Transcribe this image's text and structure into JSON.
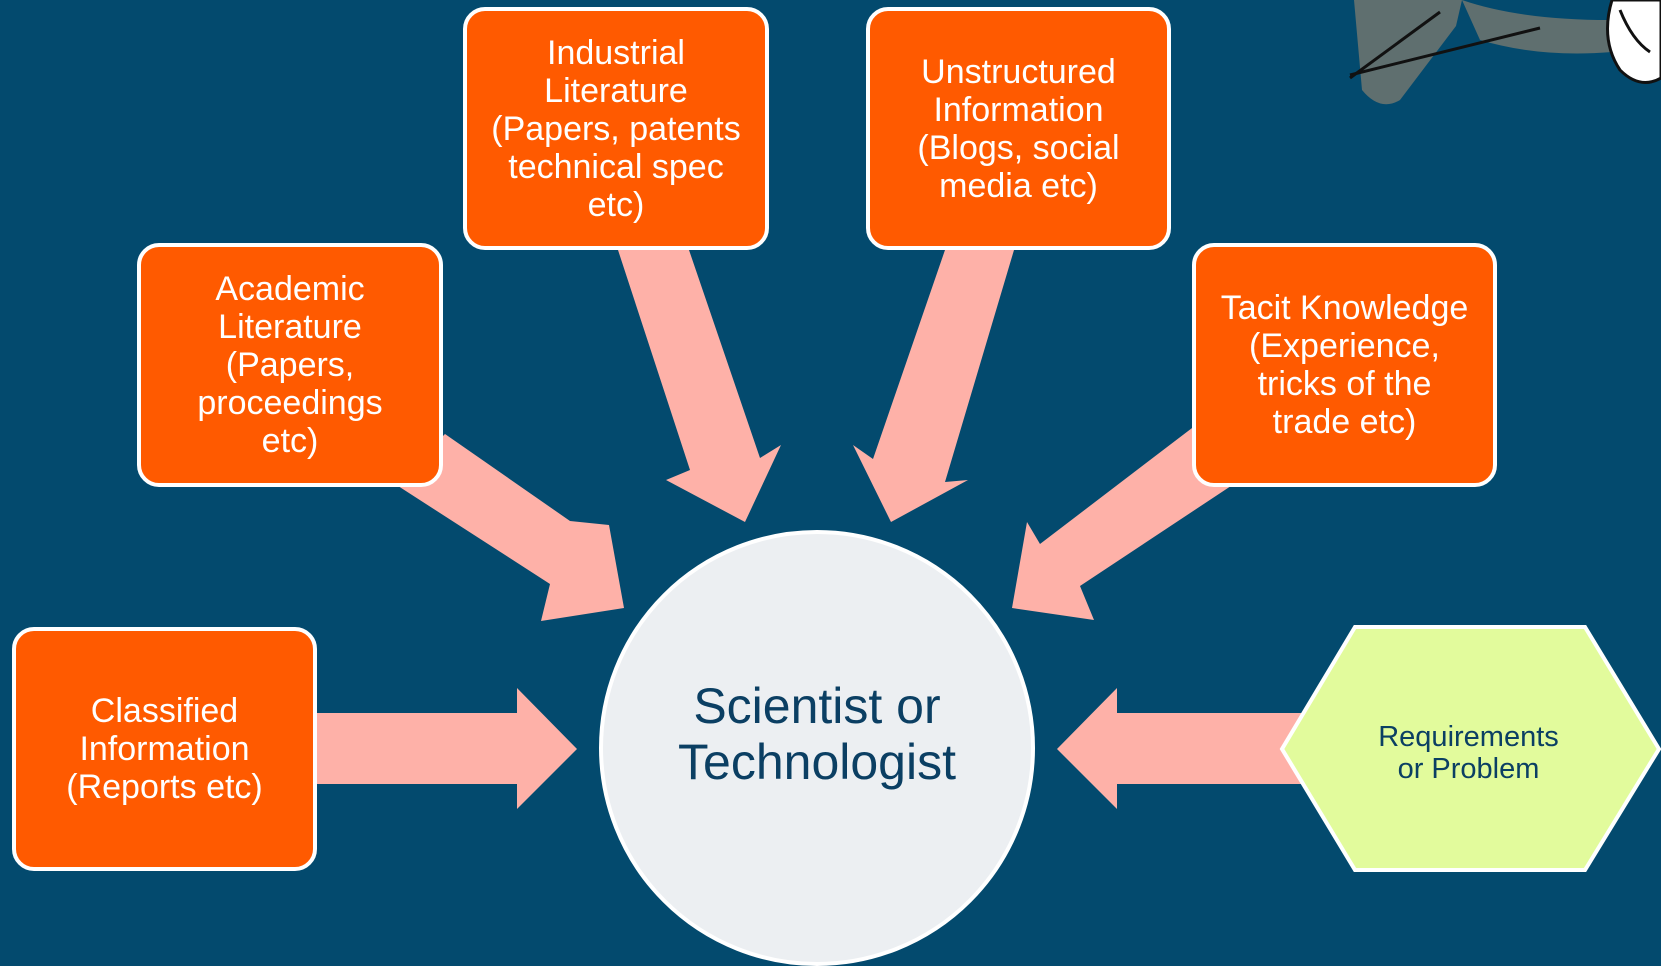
{
  "diagram": {
    "center": {
      "label": "Scientist or\nTechnologist"
    },
    "sources": [
      {
        "id": "classified",
        "label": "Classified\nInformation\n(Reports etc)"
      },
      {
        "id": "academic",
        "label": "Academic\nLiterature\n(Papers,\nproceedings\netc)"
      },
      {
        "id": "industrial",
        "label": "Industrial\nLiterature\n(Papers, patents\ntechnical spec\netc)"
      },
      {
        "id": "unstructured",
        "label": "Unstructured\nInformation\n(Blogs, social\nmedia etc)"
      },
      {
        "id": "tacit",
        "label": "Tacit Knowledge\n(Experience,\ntricks of the\ntrade etc)"
      }
    ],
    "requirement": {
      "label": "Requirements\nor Problem"
    }
  },
  "colors": {
    "background": "#034a6e",
    "source_box": "#ff5a00",
    "arrow": "#feb1a8",
    "center_fill": "#eceff2",
    "hexagon_fill": "#e2fb9c",
    "text_dark": "#0b3f63"
  }
}
